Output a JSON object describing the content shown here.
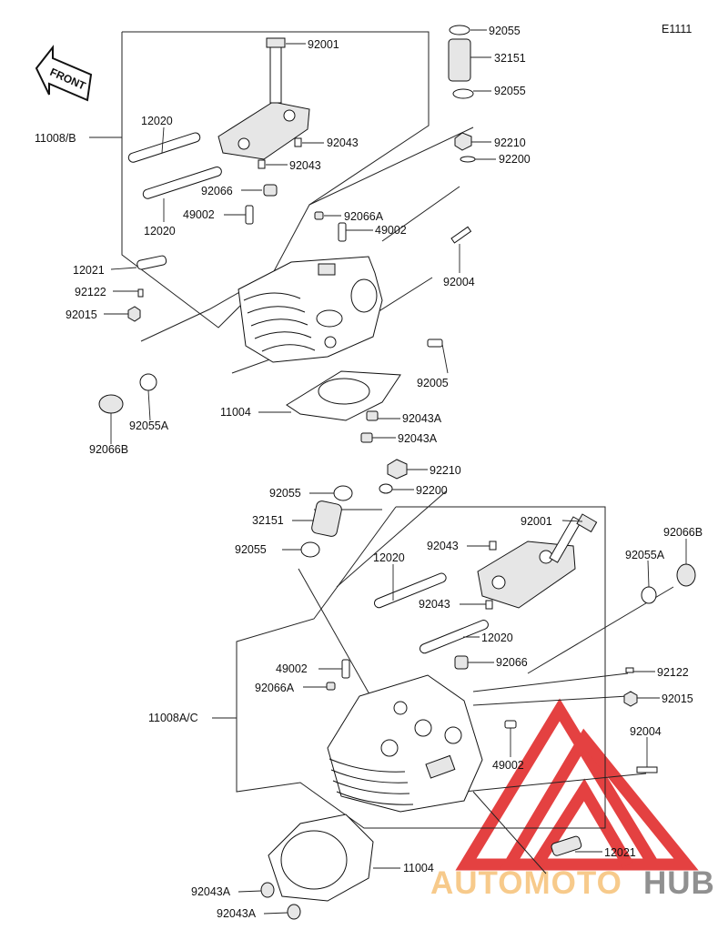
{
  "diagram_code": "E1111",
  "front_label": "FRONT",
  "watermark": {
    "left": "AUTOMOTO",
    "right": "HUB",
    "color_left": "#f6c177",
    "color_right": "#7d7d7d",
    "logo_color": "#e02020"
  },
  "upper_labels": {
    "p92001": "92001",
    "p92055_top": "92055",
    "p32151": "32151",
    "p92055_mid": "92055",
    "p11008b": "11008/B",
    "p12020_a": "12020",
    "p92043_a": "92043",
    "p92043_b": "92043",
    "p92210": "92210",
    "p92200": "92200",
    "p92066": "92066",
    "p12020_b": "12020",
    "p49002_a": "49002",
    "p92066a": "92066A",
    "p49002_b": "49002",
    "p12021": "12021",
    "p92004": "92004",
    "p92122": "92122",
    "p92015": "92015",
    "p92005": "92005",
    "p11004": "11004",
    "p92043a_a": "92043A",
    "p92066b": "92066B",
    "p92055a": "92055A",
    "p92043a_b": "92043A"
  },
  "lower_labels": {
    "p92210": "92210",
    "p92055_a": "92055",
    "p92200": "92200",
    "p32151": "32151",
    "p92001": "92001",
    "p92066b": "92066B",
    "p92043_a": "92043",
    "p92055": "92055",
    "p92055a": "92055A",
    "p12020_a": "12020",
    "p92043_b": "92043",
    "p12020_b": "12020",
    "p49002_a": "49002",
    "p92066": "92066",
    "p92122": "92122",
    "p92066a": "92066A",
    "p92015": "92015",
    "p11008ac": "11008A/C",
    "p92004": "92004",
    "p49002_b": "49002",
    "p12021": "12021",
    "p11004": "11004",
    "p92043a_a": "92043A",
    "p92043a_b": "92043A"
  }
}
